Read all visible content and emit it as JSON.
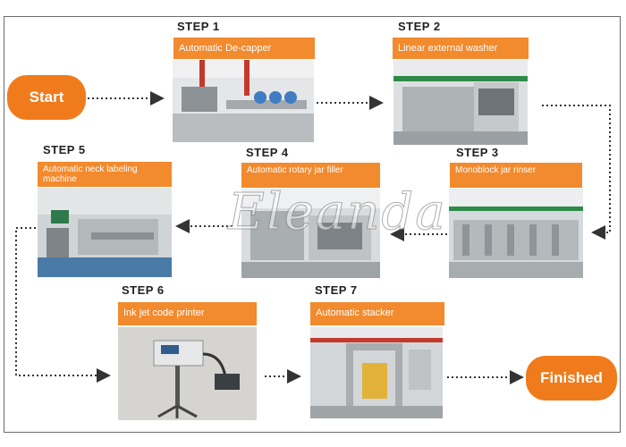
{
  "start_label": "Start",
  "finished_label": "Finished",
  "steps": [
    {
      "title": "STEP 1",
      "banner": "Automatic De-capper"
    },
    {
      "title": "STEP 2",
      "banner": "Linear external washer"
    },
    {
      "title": "STEP 3",
      "banner": "Monoblock jar rinser"
    },
    {
      "title": "STEP 4",
      "banner": "Automatic rotary jar filler"
    },
    {
      "title": "STEP 5",
      "banner": "Automatic neck labeling machine"
    },
    {
      "title": "STEP 6",
      "banner": "Ink jet code printer"
    },
    {
      "title": "STEP 7",
      "banner": "Automatic stacker"
    }
  ],
  "colors": {
    "accent": "#f07b1c",
    "banner": "#f28a2e",
    "arrow": "#333333"
  },
  "watermark_icon": "logo-watermark"
}
